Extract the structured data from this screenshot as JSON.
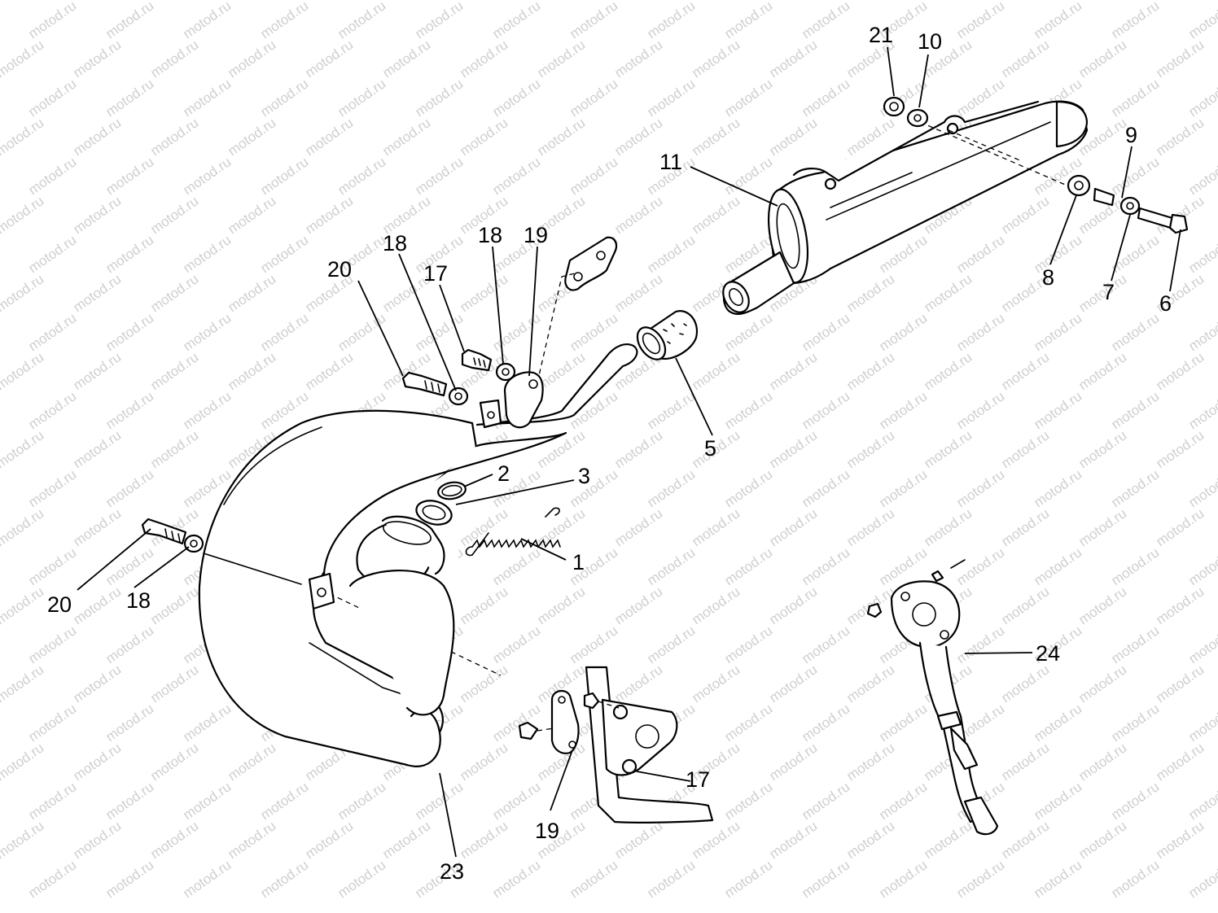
{
  "watermark": "motod.ru",
  "parts": [
    {
      "id": "p21",
      "num": "21"
    },
    {
      "id": "p10",
      "num": "10"
    },
    {
      "id": "p11",
      "num": "11"
    },
    {
      "id": "p9",
      "num": "9"
    },
    {
      "id": "p8",
      "num": "8"
    },
    {
      "id": "p7",
      "num": "7"
    },
    {
      "id": "p6",
      "num": "6"
    },
    {
      "id": "p18a",
      "num": "18"
    },
    {
      "id": "p19a",
      "num": "19"
    },
    {
      "id": "p20a",
      "num": "20"
    },
    {
      "id": "p18b",
      "num": "18"
    },
    {
      "id": "p17a",
      "num": "17"
    },
    {
      "id": "p5",
      "num": "5"
    },
    {
      "id": "p2",
      "num": "2"
    },
    {
      "id": "p3",
      "num": "3"
    },
    {
      "id": "p1",
      "num": "1"
    },
    {
      "id": "p20b",
      "num": "20"
    },
    {
      "id": "p18c",
      "num": "18"
    },
    {
      "id": "p24",
      "num": "24"
    },
    {
      "id": "p17b",
      "num": "17"
    },
    {
      "id": "p19b",
      "num": "19"
    },
    {
      "id": "p23",
      "num": "23"
    }
  ]
}
